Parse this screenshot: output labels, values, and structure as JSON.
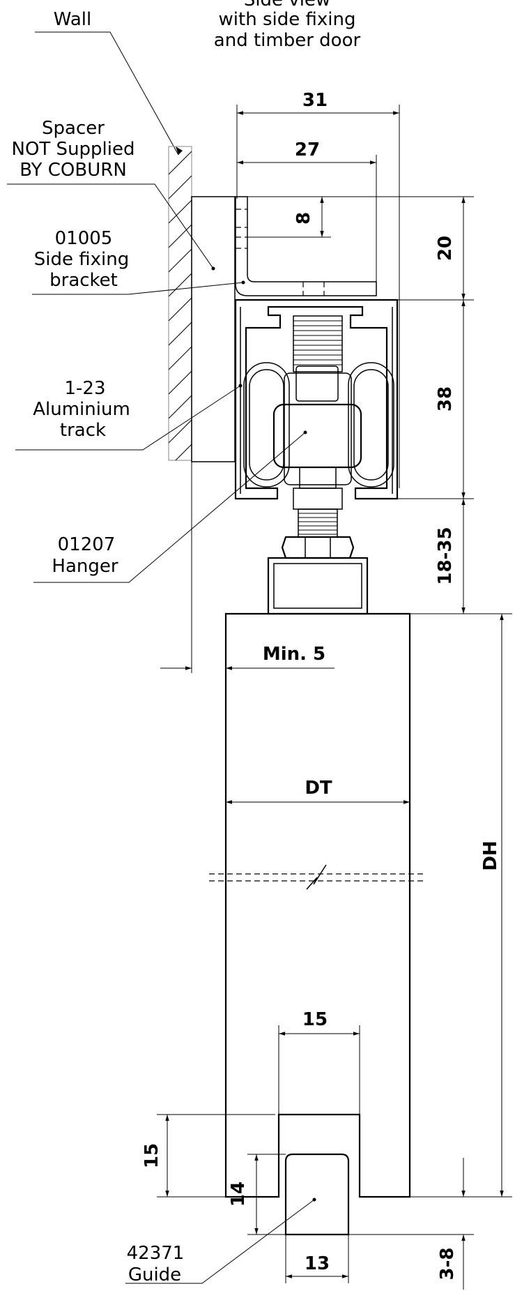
{
  "title": {
    "line1": "Side view",
    "line2": "with side fixing",
    "line3": "and timber door"
  },
  "labels": {
    "wall": "Wall",
    "spacer_line1": "Spacer",
    "spacer_line2": "NOT Supplied",
    "spacer_line3": "BY COBURN",
    "bracket_code": "01005",
    "bracket_line1": "Side fixing",
    "bracket_line2": "bracket",
    "track_code": "1-23",
    "track_line1": "Aluminium",
    "track_line2": "track",
    "hanger_code": "01207",
    "hanger_line1": "Hanger",
    "guide_code": "42371",
    "guide_line1": "Guide"
  },
  "dimensions": {
    "d31": "31",
    "d27": "27",
    "d8": "8",
    "d20": "20",
    "d38": "38",
    "d18_35": "18-35",
    "min5": "Min. 5",
    "dt": "DT",
    "dh": "DH",
    "d15_top": "15",
    "d15_left": "15",
    "d14": "14",
    "d13": "13",
    "d3_8": "3-8"
  }
}
